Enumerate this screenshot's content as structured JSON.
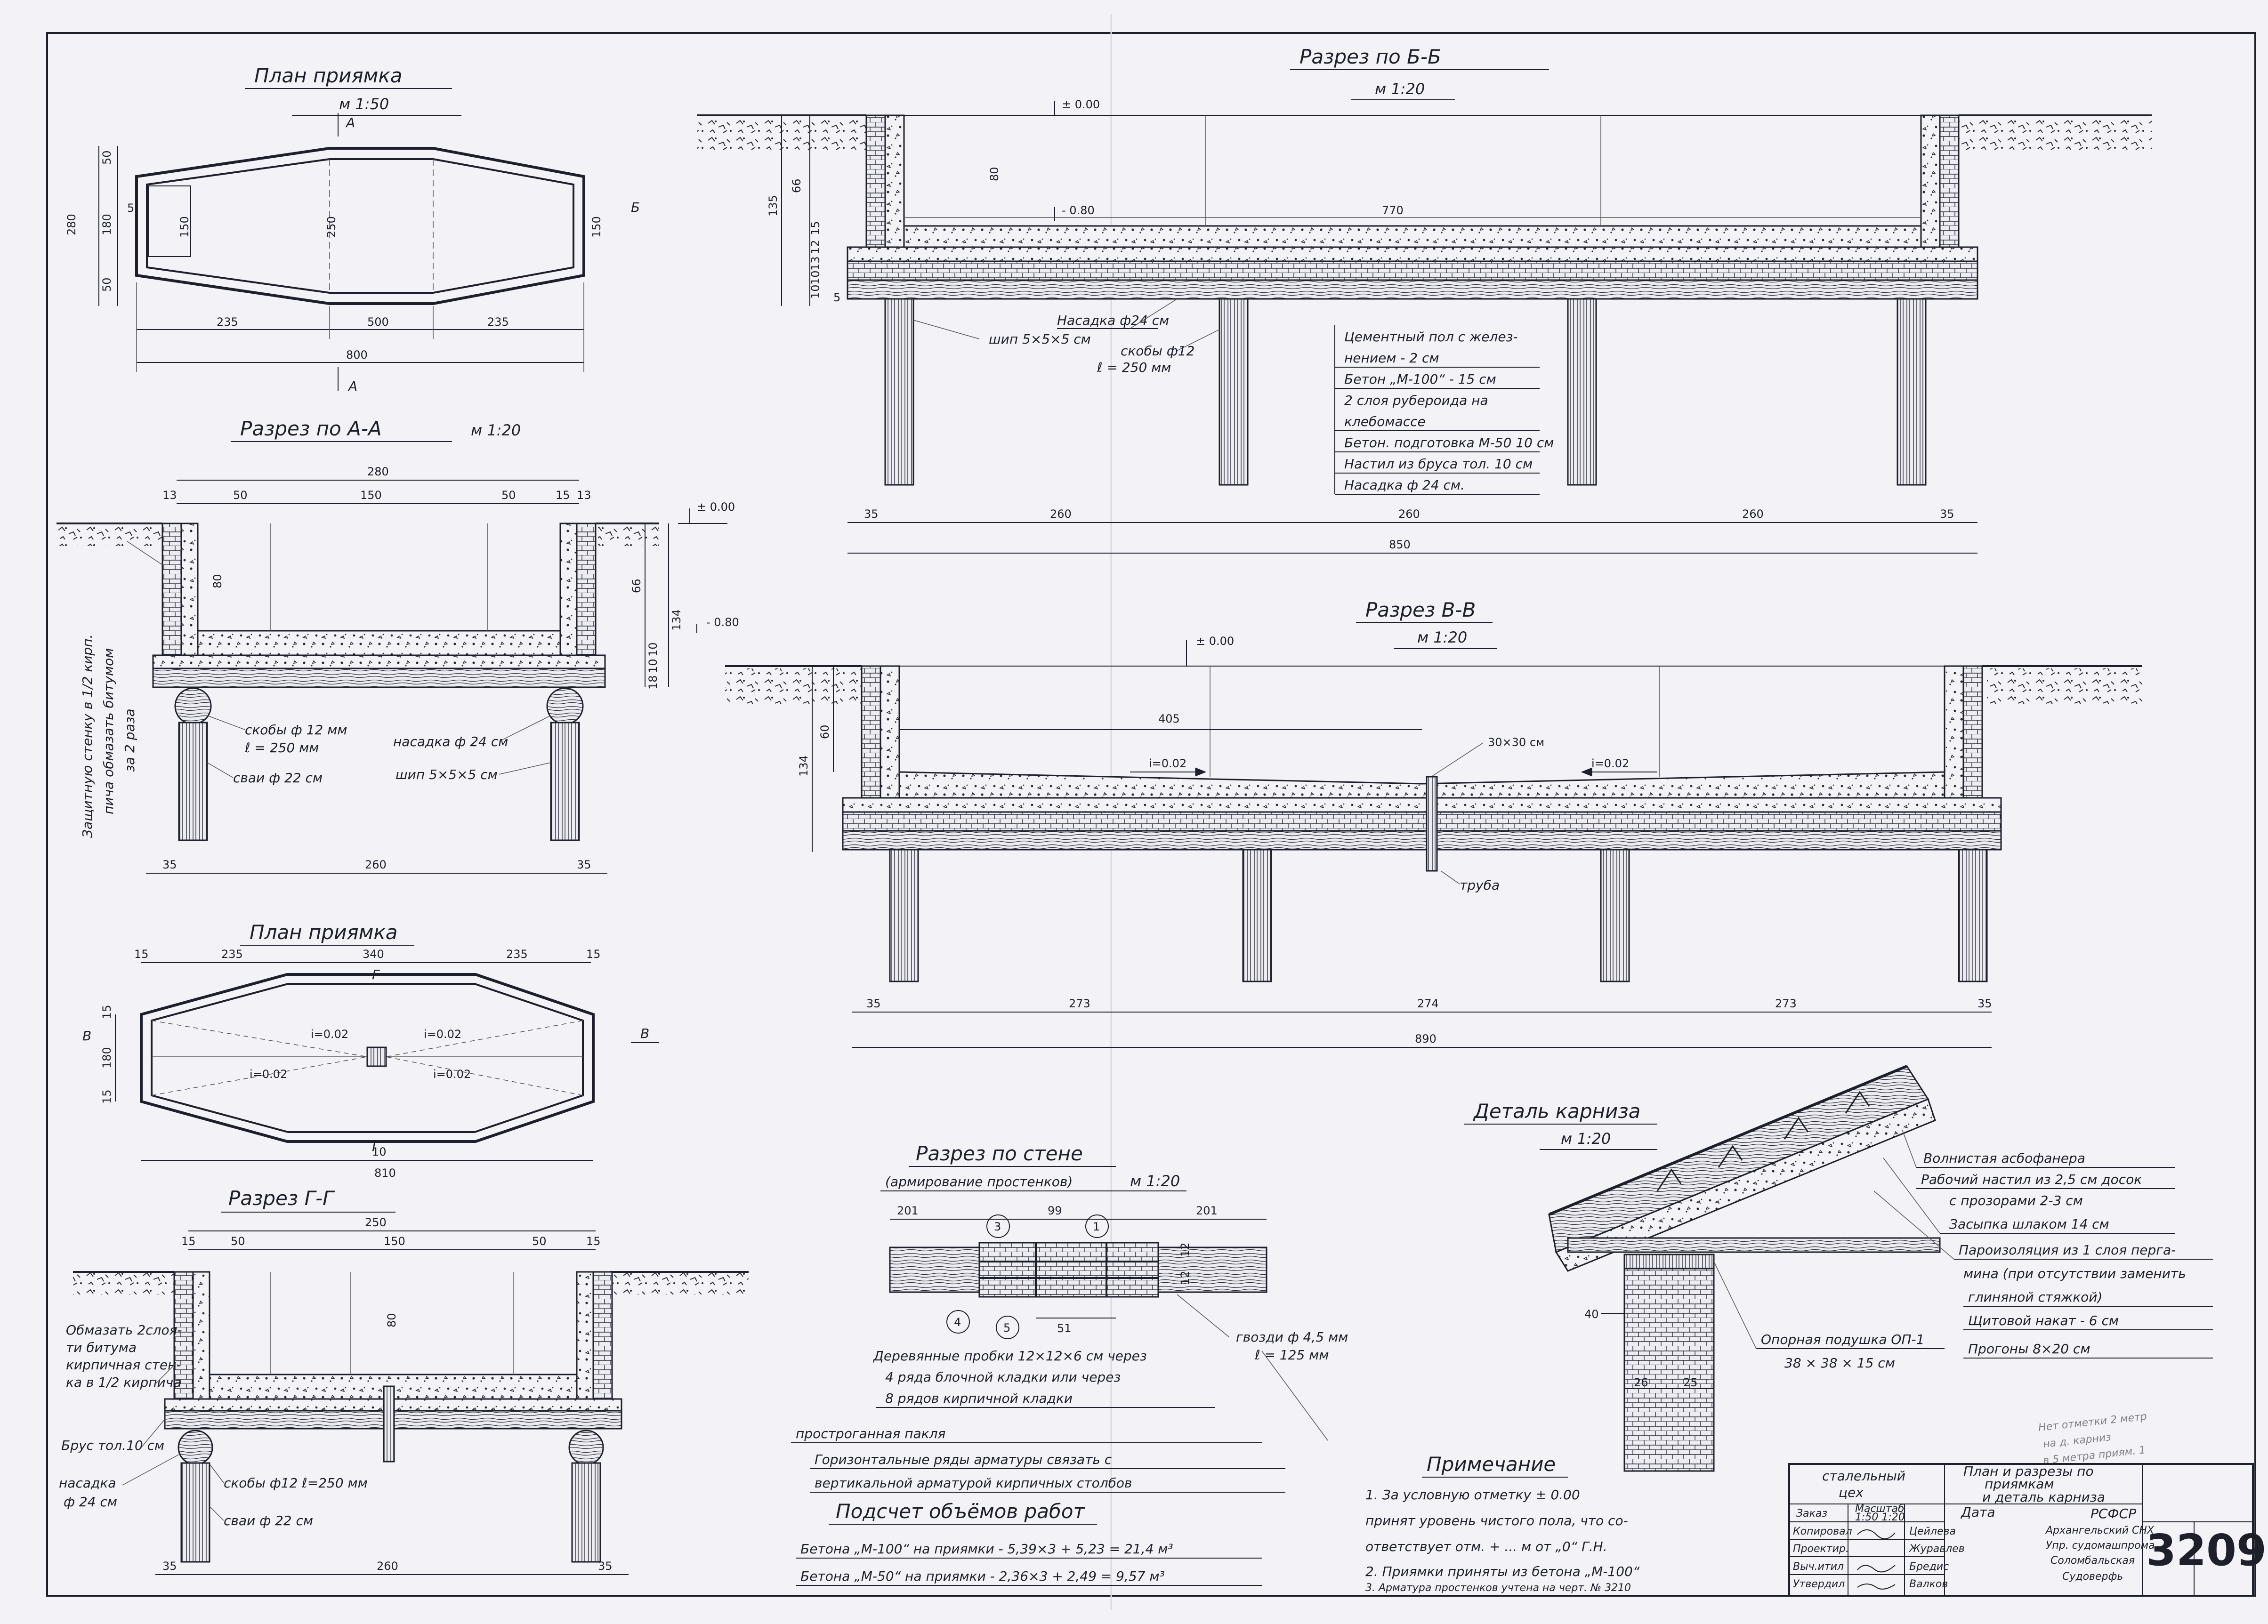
{
  "plan_a": {
    "title": "План приямка",
    "scale": "м 1:50",
    "sec_mark": "А",
    "dims": {
      "d50a": "50",
      "d180": "180",
      "d50b": "50",
      "d280": "280",
      "d5": "5",
      "d150a": "150",
      "d250": "250",
      "d150b": "150",
      "d235a": "235",
      "d500": "500",
      "d235b": "235",
      "d800": "800"
    },
    "side_mark": "Б"
  },
  "sec_aa": {
    "title": "Разрез по А-А",
    "scale": "м 1:20",
    "dims": {
      "d280": "280",
      "d13a": "13",
      "d50a": "50",
      "d150": "150",
      "d50b": "50",
      "d15a": "15",
      "d13b": "13",
      "d80": "80",
      "d66": "66",
      "d134": "134",
      "d10a": "10",
      "d10b": "10",
      "d18": "18",
      "d35a": "35",
      "d260": "260",
      "d35b": "35"
    },
    "lev0": "± 0.00",
    "lev1": "- 0.80",
    "vert_note_1": "Защитную стенку в 1/2 кирп.",
    "vert_note_2": "пича обмазать битумом",
    "vert_note_3": "за 2 раза",
    "lbl_staples": "скобы ф 12 мм",
    "lbl_staples_l": "ℓ = 250 мм",
    "lbl_piles": "сваи ф 22 см",
    "lbl_cap": "насадка ф 24 см",
    "lbl_spike": "шип 5×5×5 см"
  },
  "plan_b": {
    "title": "План приямка",
    "sec_mark": "Г",
    "side_mark": "В",
    "dims": {
      "d15a": "15",
      "d235a": "235",
      "d340": "340",
      "d235b": "235",
      "d15b": "15",
      "d15c": "15",
      "d180": "180",
      "d15d": "15",
      "d10": "10",
      "d810": "810"
    },
    "slopes": [
      "i=0.02",
      "i=0.02",
      "i=0.02",
      "i=0.02"
    ]
  },
  "sec_gg": {
    "title": "Разрез Г-Г",
    "dims": {
      "d250": "250",
      "d15a": "15",
      "d50a": "50",
      "d150": "150",
      "d50b": "50",
      "d15b": "15",
      "d80": "80",
      "d35a": "35",
      "d260": "260",
      "d35b": "35"
    },
    "note_1": "Обмазать 2слоя-",
    "note_2": "ти битума",
    "note_3": "кирпичная стен-",
    "note_4": "ка в 1/2 кирпича",
    "lbl_beam": "Брус тол.10 см",
    "lbl_cap_1": "насадка",
    "lbl_cap_2": "ф 24 см",
    "lbl_staples": "скобы ф12 ℓ=250 мм",
    "lbl_piles": "сваи ф 22 см"
  },
  "sec_bb": {
    "title": "Разрез по Б-Б",
    "scale": "м 1:20",
    "lev0": "± 0.00",
    "lev1": "- 0.80",
    "dims": {
      "d80": "80",
      "d770": "770",
      "d66": "66",
      "d135": "135",
      "d15": "15",
      "d12": "12",
      "d13": "13",
      "d10a": "10",
      "d10b": "10",
      "d5": "5",
      "d35a": "35",
      "d260a": "260",
      "d260b": "260",
      "d260c": "260",
      "d35b": "35",
      "d850": "850"
    },
    "lbl_cap": "Насадка ф24 см",
    "lbl_spike": "шип 5×5×5 см",
    "lbl_staples": "скобы ф12",
    "lbl_staples_l": "ℓ = 250 мм",
    "layers": [
      "Цементный пол с желез-",
      "нением - 2 см",
      "Бетон „М-100“ - 15 см",
      "2 слоя рубероида на",
      "клебомассе",
      "Бетон. подготовка М-50 10 см",
      "Настил из бруса тол. 10 см",
      "Насадка ф 24 см."
    ]
  },
  "sec_vv": {
    "title": "Разрез В-В",
    "scale": "м 1:20",
    "lev0": "± 0.00",
    "dims": {
      "d134": "134",
      "d60": "60",
      "d405": "405",
      "d30x30": "30×30 см",
      "d35a": "35",
      "d273a": "273",
      "d274": "274",
      "d273b": "273",
      "d35b": "35",
      "d890": "890"
    },
    "slope_l": "i=0.02",
    "slope_r": "i=0.02",
    "lbl_pipe": "труба"
  },
  "sec_wall": {
    "title": "Разрез по стене",
    "subtitle": "(армирование простенков)",
    "scale": "м 1:20",
    "dims": {
      "d201a": "201",
      "d99": "99",
      "d201b": "201",
      "d51": "51",
      "d12a": "12",
      "d12b": "12"
    },
    "callouts": [
      "3",
      "1",
      "4",
      "5"
    ],
    "lbl_nails_1": "гвозди ф 4,5 мм",
    "lbl_nails_2": "ℓ = 125 мм",
    "notes": [
      "Деревянные пробки 12×12×6 см через",
      "4 ряда блочной кладки или через",
      "8 рядов кирпичной кладки",
      "простроганная пакля",
      "Горизонтальные ряды арматуры связать с",
      "вертикальной арматурой кирпичных столбов"
    ]
  },
  "volumes": {
    "title": "Подсчет объёмов работ",
    "row1": "Бетона „М-100“ на приямки - 5,39×3 + 5,23 = 21,4 м³",
    "row2": "Бетона „М-50“ на приямки - 2,36×3 + 2,49 = 9,57 м³"
  },
  "eaves": {
    "title": "Деталь карниза",
    "scale": "м 1:20",
    "dims": {
      "d40": "40",
      "d26": "26",
      "d25": "25"
    },
    "lbl_pad_1": "Опорная подушка ОП-1",
    "lbl_pad_2": "38 × 38 × 15 см",
    "layers": [
      "Волнистая асбофанера",
      "Рабочий настил из 2,5 см досок",
      "с прозорами 2-3 см",
      "Засыпка шлаком 14 см",
      "Пароизоляция из 1 слоя перга-",
      "мина (при отсутствии заменить",
      "глиняной стяжкой)",
      "Щитовой накат - 6 см",
      "Прогоны 8×20 см"
    ]
  },
  "notes": {
    "title": "Примечание",
    "lines": [
      "1. За условную отметку ± 0.00",
      "принят уровень чистого пола, что со-",
      "ответствует отм. + ... м от „0“ Г.Н.",
      "2. Приямки приняты из бетона „М-100“",
      "3. Арматура простенков учтена на черт. № 3210"
    ]
  },
  "title_block": {
    "shop_1": "сталельный",
    "shop_2": "цех",
    "sheet_title_1": "План и разрезы по",
    "sheet_title_2": "приямкам",
    "sheet_title_3": "и деталь карниза",
    "col_order": "Заказ",
    "col_scale": "Масштаб",
    "col_scale_val": "1:50 1:20",
    "col_date": "Дата",
    "roles": [
      "Копировал",
      "Проектир.",
      "Выч.итил",
      "Утвердил"
    ],
    "names": [
      "Цейлева",
      "Журавлев",
      "Бредис",
      "Валков"
    ],
    "org": [
      "РСФСР",
      "Архангельский СНХ",
      "Упр. судомашпрома",
      "Соломбальская",
      "Судоверфь"
    ],
    "number": "3209"
  },
  "pencil_note": [
    "Нет отметки 2 метр",
    "на д. карниз",
    "в 5 метра приям. 1"
  ]
}
